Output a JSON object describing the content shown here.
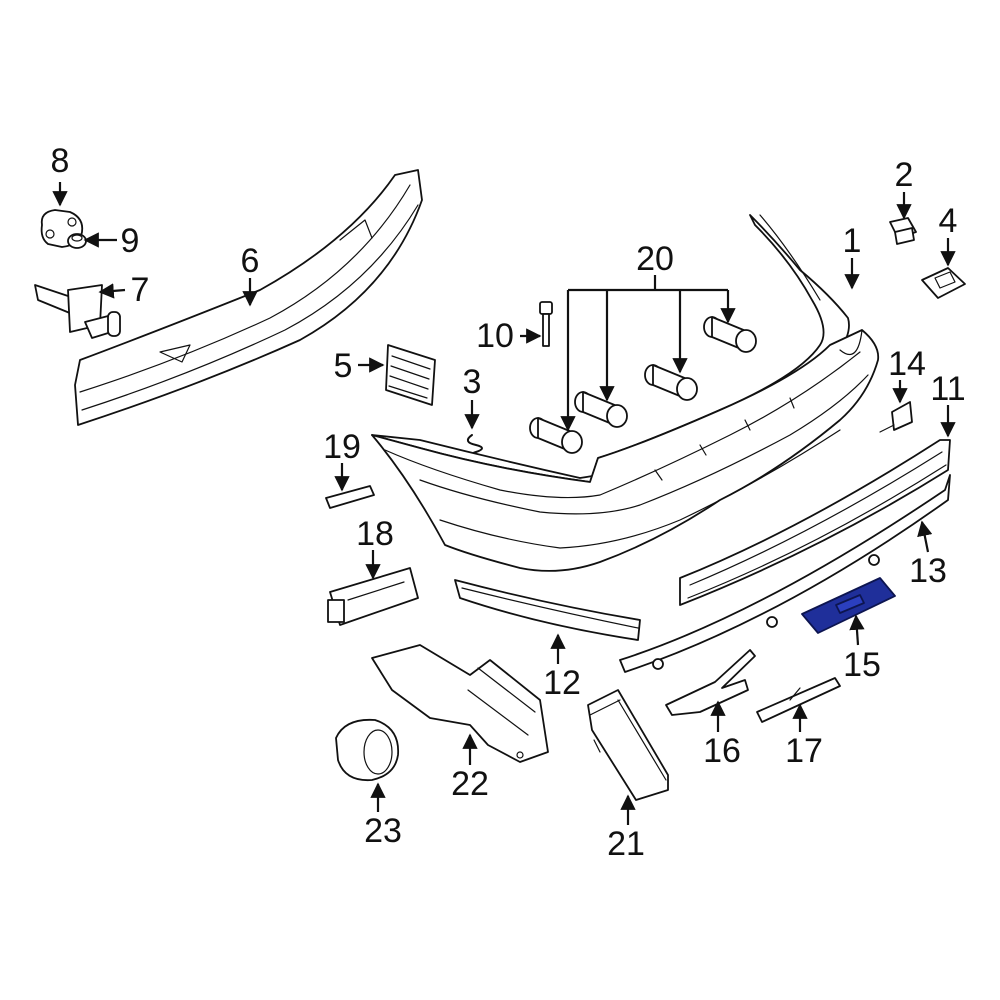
{
  "diagram": {
    "highlight_color": "#1f2f9a",
    "callouts": [
      {
        "id": "c1",
        "label": "1"
      },
      {
        "id": "c2",
        "label": "2"
      },
      {
        "id": "c3",
        "label": "3"
      },
      {
        "id": "c4",
        "label": "4"
      },
      {
        "id": "c5",
        "label": "5"
      },
      {
        "id": "c6",
        "label": "6"
      },
      {
        "id": "c7",
        "label": "7"
      },
      {
        "id": "c8",
        "label": "8"
      },
      {
        "id": "c9",
        "label": "9"
      },
      {
        "id": "c10",
        "label": "10"
      },
      {
        "id": "c11",
        "label": "11"
      },
      {
        "id": "c12",
        "label": "12"
      },
      {
        "id": "c13",
        "label": "13"
      },
      {
        "id": "c14",
        "label": "14"
      },
      {
        "id": "c15",
        "label": "15"
      },
      {
        "id": "c16",
        "label": "16"
      },
      {
        "id": "c17",
        "label": "17"
      },
      {
        "id": "c18",
        "label": "18"
      },
      {
        "id": "c19",
        "label": "19"
      },
      {
        "id": "c20",
        "label": "20"
      },
      {
        "id": "c21",
        "label": "21"
      },
      {
        "id": "c22",
        "label": "22"
      },
      {
        "id": "c23",
        "label": "23"
      }
    ]
  }
}
